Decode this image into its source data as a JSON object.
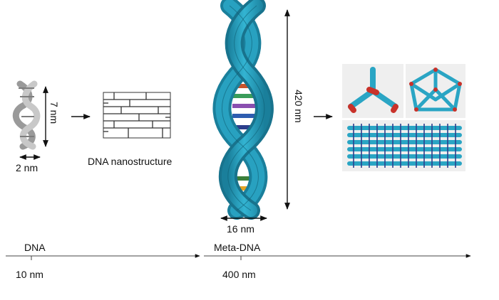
{
  "dna": {
    "height_label": "7 nm",
    "width_label": "2 nm"
  },
  "nanostructure": {
    "label": "DNA nanostructure"
  },
  "meta_dna": {
    "height_label": "420 nm",
    "width_label": "16 nm"
  },
  "scale_bar": {
    "left_title": "DNA",
    "left_tick": "10 nm",
    "right_title": "Meta-DNA",
    "right_tick": "400 nm"
  },
  "colors": {
    "helix": "#2aa5c4",
    "helix_dark": "#1a7f9b",
    "junction": "#c8322a",
    "rung_colors": [
      "#2c3e8c",
      "#3b7f3a",
      "#e3a224",
      "#c7532c",
      "#3a9c5a",
      "#8a4fb0",
      "#2e5db0"
    ]
  }
}
